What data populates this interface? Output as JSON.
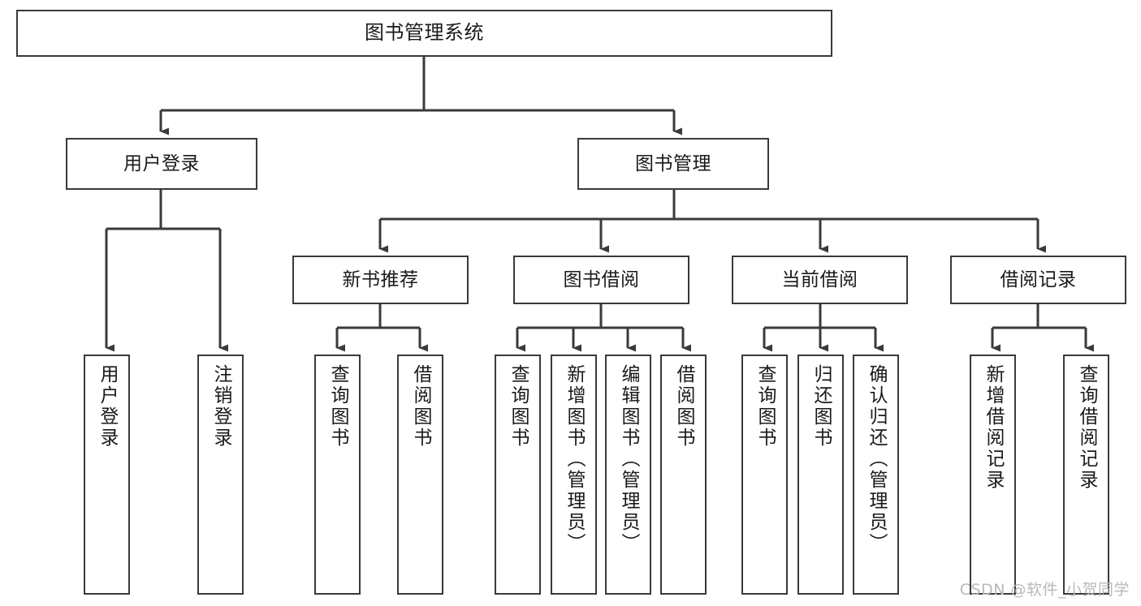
{
  "diagram": {
    "type": "tree",
    "title": "图书管理系统",
    "orientation": "top-down",
    "edge_style": "orthogonal-arrow",
    "colors": {
      "stroke": "#3a3a3a",
      "fill": "#ffffff",
      "text": "#1a1a1a",
      "watermark": "#b9b9b9"
    },
    "nodes": {
      "root": {
        "label": "图书管理系统"
      },
      "level1": [
        {
          "id": "user-login",
          "label": "用户登录"
        },
        {
          "id": "book-management",
          "label": "图书管理"
        }
      ],
      "level2": [
        {
          "id": "new-book-recommend",
          "label": "新书推荐"
        },
        {
          "id": "book-borrow",
          "label": "图书借阅"
        },
        {
          "id": "current-borrow",
          "label": "当前借阅"
        },
        {
          "id": "borrow-record",
          "label": "借阅记录"
        }
      ],
      "leaves": {
        "user-login": [
          {
            "id": "leaf-user-login",
            "label": "用户登录"
          },
          {
            "id": "leaf-logout-login",
            "label": "注销登录"
          }
        ],
        "new-book-recommend": [
          {
            "id": "leaf-query-book-1",
            "label": "查询图书"
          },
          {
            "id": "leaf-borrow-book-1",
            "label": "借阅图书"
          }
        ],
        "book-borrow": [
          {
            "id": "leaf-query-book-2",
            "label": "查询图书"
          },
          {
            "id": "leaf-add-book",
            "label": "新增图书（管理员）"
          },
          {
            "id": "leaf-edit-book",
            "label": "编辑图书（管理员）"
          },
          {
            "id": "leaf-borrow-book-2",
            "label": "借阅图书"
          }
        ],
        "current-borrow": [
          {
            "id": "leaf-query-book-3",
            "label": "查询图书"
          },
          {
            "id": "leaf-return-book",
            "label": "归还图书"
          },
          {
            "id": "leaf-confirm-return",
            "label": "确认归还（管理员）"
          }
        ],
        "borrow-record": [
          {
            "id": "leaf-add-record",
            "label": "新增借阅记录"
          },
          {
            "id": "leaf-query-record",
            "label": "查询借阅记录"
          }
        ]
      }
    },
    "watermark": "CSDN @软件_小贺同学"
  }
}
